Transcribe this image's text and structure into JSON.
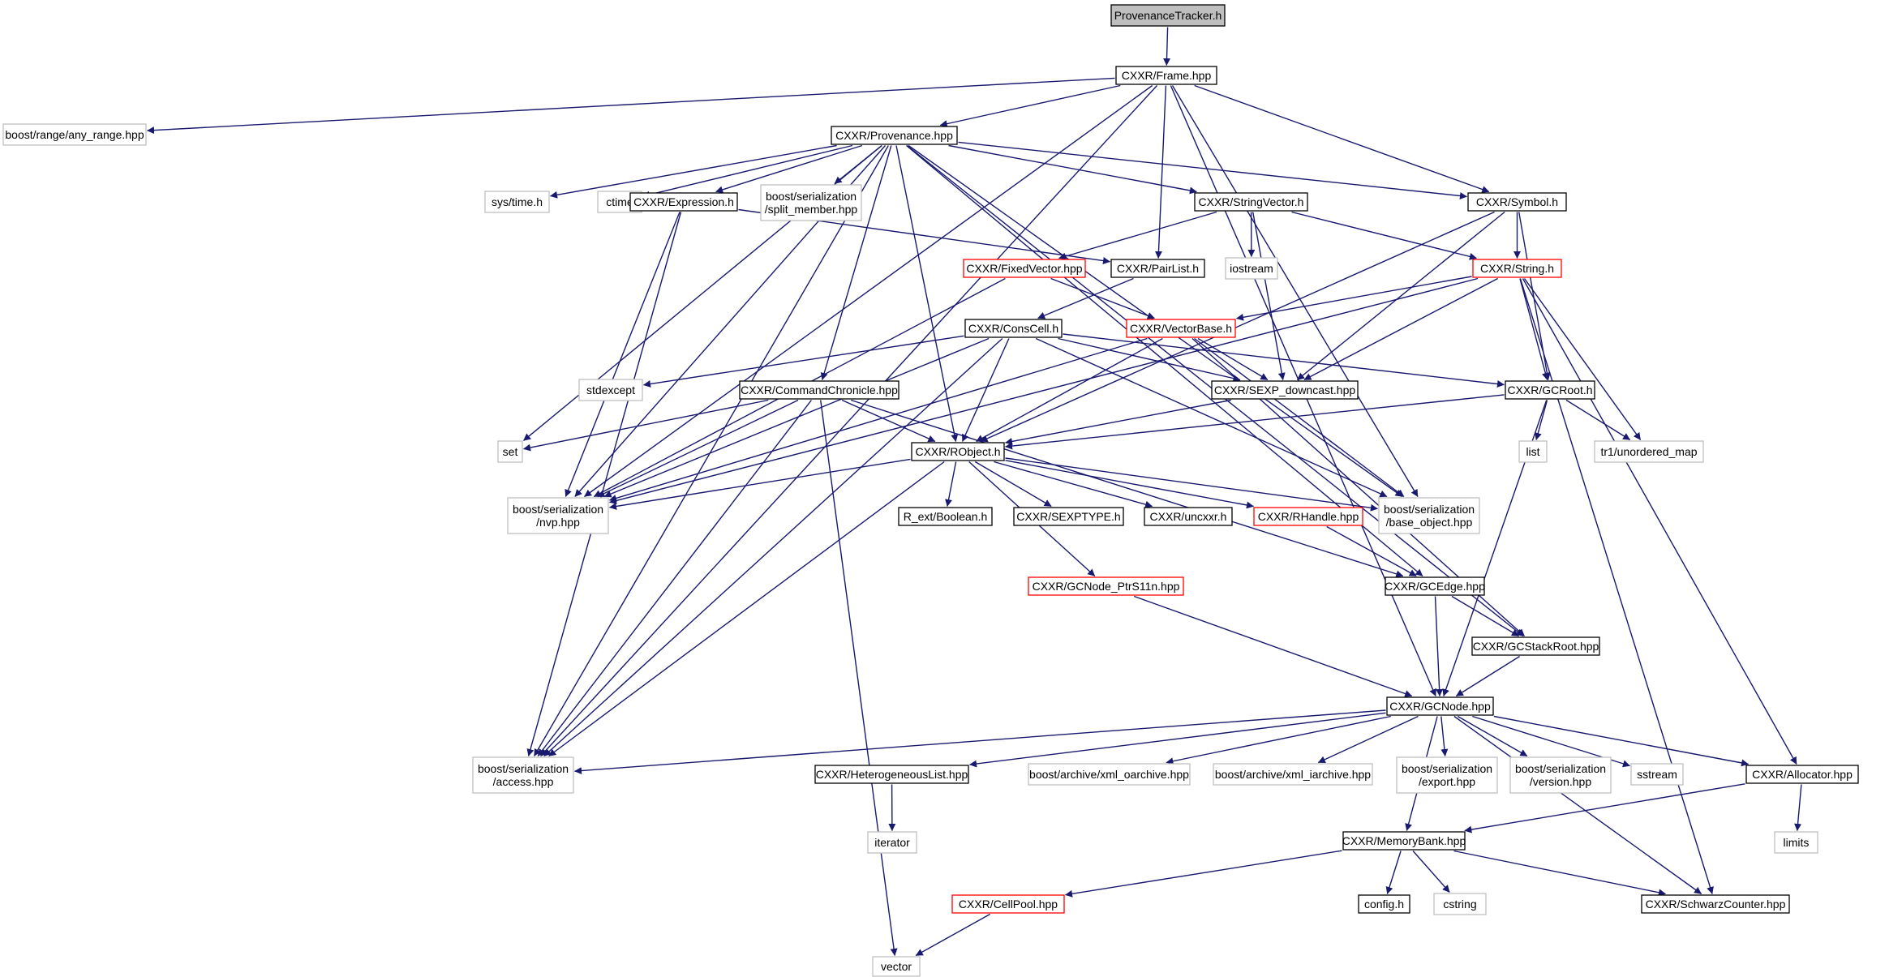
{
  "colors": {
    "edge": "#191970",
    "root_fill": "#bfbfbf",
    "header_border": "#000000",
    "incomplete_border": "#ff0000",
    "external_border": "#bfbfbf",
    "text": "#000000"
  },
  "nodes": [
    {
      "id": "root",
      "label": [
        "ProvenanceTracker.h"
      ],
      "kind": "root"
    },
    {
      "id": "frame",
      "label": [
        "CXXR/Frame.hpp"
      ],
      "kind": "header"
    },
    {
      "id": "any_range",
      "label": [
        "boost/range/any_range.hpp"
      ],
      "kind": "external"
    },
    {
      "id": "provenance",
      "label": [
        "CXXR/Provenance.hpp"
      ],
      "kind": "header"
    },
    {
      "id": "systime",
      "label": [
        "sys/time.h"
      ],
      "kind": "external"
    },
    {
      "id": "ctime",
      "label": [
        "ctime"
      ],
      "kind": "external"
    },
    {
      "id": "expression",
      "label": [
        "CXXR/Expression.h"
      ],
      "kind": "header"
    },
    {
      "id": "split_member",
      "label": [
        "boost/serialization",
        "/split_member.hpp"
      ],
      "kind": "external"
    },
    {
      "id": "stringvector",
      "label": [
        "CXXR/StringVector.h"
      ],
      "kind": "header"
    },
    {
      "id": "symbol",
      "label": [
        "CXXR/Symbol.h"
      ],
      "kind": "header"
    },
    {
      "id": "fixedvector",
      "label": [
        "CXXR/FixedVector.hpp"
      ],
      "kind": "incomplete"
    },
    {
      "id": "pairlist",
      "label": [
        "CXXR/PairList.h"
      ],
      "kind": "header"
    },
    {
      "id": "iostream",
      "label": [
        "iostream"
      ],
      "kind": "external"
    },
    {
      "id": "string",
      "label": [
        "CXXR/String.h"
      ],
      "kind": "incomplete"
    },
    {
      "id": "conscell",
      "label": [
        "CXXR/ConsCell.h"
      ],
      "kind": "header"
    },
    {
      "id": "vectorbase",
      "label": [
        "CXXR/VectorBase.h"
      ],
      "kind": "incomplete"
    },
    {
      "id": "stdexcept",
      "label": [
        "stdexcept"
      ],
      "kind": "external"
    },
    {
      "id": "cmdchron",
      "label": [
        "CXXR/CommandChronicle.hpp"
      ],
      "kind": "header"
    },
    {
      "id": "sexp_downcast",
      "label": [
        "CXXR/SEXP_downcast.hpp"
      ],
      "kind": "header"
    },
    {
      "id": "gcroot",
      "label": [
        "CXXR/GCRoot.h"
      ],
      "kind": "header"
    },
    {
      "id": "set",
      "label": [
        "set"
      ],
      "kind": "external"
    },
    {
      "id": "robject",
      "label": [
        "CXXR/RObject.h"
      ],
      "kind": "header"
    },
    {
      "id": "list",
      "label": [
        "list"
      ],
      "kind": "external"
    },
    {
      "id": "unordered_map",
      "label": [
        "tr1/unordered_map"
      ],
      "kind": "external"
    },
    {
      "id": "nvp",
      "label": [
        "boost/serialization",
        "/nvp.hpp"
      ],
      "kind": "external"
    },
    {
      "id": "boolean",
      "label": [
        "R_ext/Boolean.h"
      ],
      "kind": "header"
    },
    {
      "id": "sexptype",
      "label": [
        "CXXR/SEXPTYPE.h"
      ],
      "kind": "header"
    },
    {
      "id": "uncxxr",
      "label": [
        "CXXR/uncxxr.h"
      ],
      "kind": "header"
    },
    {
      "id": "rhandle",
      "label": [
        "CXXR/RHandle.hpp"
      ],
      "kind": "incomplete"
    },
    {
      "id": "base_object",
      "label": [
        "boost/serialization",
        "/base_object.hpp"
      ],
      "kind": "external"
    },
    {
      "id": "gcnode_ptrs11n",
      "label": [
        "CXXR/GCNode_PtrS11n.hpp"
      ],
      "kind": "incomplete"
    },
    {
      "id": "gcedge",
      "label": [
        "CXXR/GCEdge.hpp"
      ],
      "kind": "header"
    },
    {
      "id": "gcstackroot",
      "label": [
        "CXXR/GCStackRoot.hpp"
      ],
      "kind": "header"
    },
    {
      "id": "gcnode",
      "label": [
        "CXXR/GCNode.hpp"
      ],
      "kind": "header"
    },
    {
      "id": "access",
      "label": [
        "boost/serialization",
        "/access.hpp"
      ],
      "kind": "external"
    },
    {
      "id": "hetlist",
      "label": [
        "CXXR/HeterogeneousList.hpp"
      ],
      "kind": "header"
    },
    {
      "id": "xml_oarchive",
      "label": [
        "boost/archive/xml_oarchive.hpp"
      ],
      "kind": "external"
    },
    {
      "id": "xml_iarchive",
      "label": [
        "boost/archive/xml_iarchive.hpp"
      ],
      "kind": "external"
    },
    {
      "id": "export",
      "label": [
        "boost/serialization",
        "/export.hpp"
      ],
      "kind": "external"
    },
    {
      "id": "version",
      "label": [
        "boost/serialization",
        "/version.hpp"
      ],
      "kind": "external"
    },
    {
      "id": "sstream",
      "label": [
        "sstream"
      ],
      "kind": "external"
    },
    {
      "id": "allocator",
      "label": [
        "CXXR/Allocator.hpp"
      ],
      "kind": "header"
    },
    {
      "id": "iterator",
      "label": [
        "iterator"
      ],
      "kind": "external"
    },
    {
      "id": "limits",
      "label": [
        "limits"
      ],
      "kind": "external"
    },
    {
      "id": "memorybank",
      "label": [
        "CXXR/MemoryBank.hpp"
      ],
      "kind": "header"
    },
    {
      "id": "cellpool",
      "label": [
        "CXXR/CellPool.hpp"
      ],
      "kind": "incomplete"
    },
    {
      "id": "config",
      "label": [
        "config.h"
      ],
      "kind": "header"
    },
    {
      "id": "cstring",
      "label": [
        "cstring"
      ],
      "kind": "external"
    },
    {
      "id": "schwarz",
      "label": [
        "CXXR/SchwarzCounter.hpp"
      ],
      "kind": "header"
    },
    {
      "id": "vector",
      "label": [
        "vector"
      ],
      "kind": "external"
    }
  ],
  "edges": [
    [
      "root",
      "frame"
    ],
    [
      "frame",
      "any_range"
    ],
    [
      "frame",
      "provenance"
    ],
    [
      "frame",
      "pairlist"
    ],
    [
      "frame",
      "symbol"
    ],
    [
      "frame",
      "base_object"
    ],
    [
      "frame",
      "gcnode"
    ],
    [
      "frame",
      "nvp"
    ],
    [
      "frame",
      "access"
    ],
    [
      "provenance",
      "systime"
    ],
    [
      "provenance",
      "ctime"
    ],
    [
      "provenance",
      "expression"
    ],
    [
      "provenance",
      "split_member"
    ],
    [
      "provenance",
      "stringvector"
    ],
    [
      "provenance",
      "symbol"
    ],
    [
      "provenance",
      "cmdchron"
    ],
    [
      "provenance",
      "robject"
    ],
    [
      "provenance",
      "set"
    ],
    [
      "provenance",
      "nvp"
    ],
    [
      "provenance",
      "access"
    ],
    [
      "provenance",
      "base_object"
    ],
    [
      "provenance",
      "gcedge"
    ],
    [
      "provenance",
      "gcstackroot"
    ],
    [
      "expression",
      "pairlist"
    ],
    [
      "expression",
      "nvp"
    ],
    [
      "expression",
      "access"
    ],
    [
      "stringvector",
      "fixedvector"
    ],
    [
      "stringvector",
      "iostream"
    ],
    [
      "stringvector",
      "string"
    ],
    [
      "stringvector",
      "sexp_downcast"
    ],
    [
      "symbol",
      "string"
    ],
    [
      "symbol",
      "sexp_downcast"
    ],
    [
      "symbol",
      "gcroot"
    ],
    [
      "symbol",
      "robject"
    ],
    [
      "fixedvector",
      "vectorbase"
    ],
    [
      "fixedvector",
      "nvp"
    ],
    [
      "pairlist",
      "conscell"
    ],
    [
      "string",
      "vectorbase"
    ],
    [
      "string",
      "sexp_downcast"
    ],
    [
      "string",
      "gcroot"
    ],
    [
      "string",
      "unordered_map"
    ],
    [
      "string",
      "allocator"
    ],
    [
      "string",
      "schwarz"
    ],
    [
      "string",
      "nvp"
    ],
    [
      "conscell",
      "stdexcept"
    ],
    [
      "conscell",
      "sexp_downcast"
    ],
    [
      "conscell",
      "gcroot"
    ],
    [
      "conscell",
      "robject"
    ],
    [
      "conscell",
      "base_object"
    ],
    [
      "conscell",
      "nvp"
    ],
    [
      "conscell",
      "access"
    ],
    [
      "vectorbase",
      "sexp_downcast"
    ],
    [
      "vectorbase",
      "robject"
    ],
    [
      "vectorbase",
      "base_object"
    ],
    [
      "vectorbase",
      "gcstackroot"
    ],
    [
      "vectorbase",
      "nvp"
    ],
    [
      "cmdchron",
      "set"
    ],
    [
      "cmdchron",
      "robject"
    ],
    [
      "cmdchron",
      "nvp"
    ],
    [
      "cmdchron",
      "access"
    ],
    [
      "cmdchron",
      "vector"
    ],
    [
      "cmdchron",
      "gcedge"
    ],
    [
      "sexp_downcast",
      "robject"
    ],
    [
      "gcroot",
      "robject"
    ],
    [
      "gcroot",
      "list"
    ],
    [
      "gcroot",
      "unordered_map"
    ],
    [
      "gcroot",
      "gcnode"
    ],
    [
      "robject",
      "nvp"
    ],
    [
      "robject",
      "boolean"
    ],
    [
      "robject",
      "sexptype"
    ],
    [
      "robject",
      "uncxxr"
    ],
    [
      "robject",
      "rhandle"
    ],
    [
      "robject",
      "base_object"
    ],
    [
      "robject",
      "gcnode_ptrs11n"
    ],
    [
      "robject",
      "access"
    ],
    [
      "rhandle",
      "gcedge"
    ],
    [
      "gcnode_ptrs11n",
      "gcnode"
    ],
    [
      "gcedge",
      "gcstackroot"
    ],
    [
      "gcedge",
      "gcnode"
    ],
    [
      "gcstackroot",
      "gcnode"
    ],
    [
      "gcnode",
      "access"
    ],
    [
      "gcnode",
      "hetlist"
    ],
    [
      "gcnode",
      "xml_oarchive"
    ],
    [
      "gcnode",
      "xml_iarchive"
    ],
    [
      "gcnode",
      "export"
    ],
    [
      "gcnode",
      "version"
    ],
    [
      "gcnode",
      "sstream"
    ],
    [
      "gcnode",
      "allocator"
    ],
    [
      "gcnode",
      "memorybank"
    ],
    [
      "gcnode",
      "schwarz"
    ],
    [
      "hetlist",
      "iterator"
    ],
    [
      "allocator",
      "limits"
    ],
    [
      "allocator",
      "memorybank"
    ],
    [
      "memorybank",
      "cellpool"
    ],
    [
      "memorybank",
      "config"
    ],
    [
      "memorybank",
      "cstring"
    ],
    [
      "memorybank",
      "schwarz"
    ],
    [
      "cellpool",
      "vector"
    ]
  ]
}
